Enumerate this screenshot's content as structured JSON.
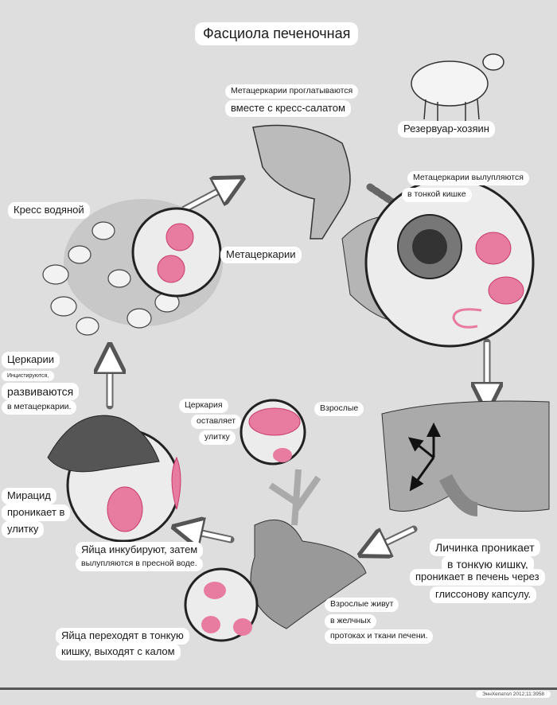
{
  "title": "Фасциола печеночная",
  "labels": {
    "swallowed_1": "Метацеркарии проглатываются",
    "swallowed_2": "вместе с кресс-салатом",
    "reservoir_host": "Резервуар-хозяин",
    "excyst_1": "Метацеркарии вылупляются",
    "excyst_2": "в тонкой кишке",
    "watercress": "Кресс водяной",
    "metacercariae": "Метацеркарии",
    "cercariae_1": "Церкарии",
    "cercariae_2": "Инцистируются,",
    "cercariae_3": "развиваются",
    "cercariae_4": "в метацеркарии.",
    "cercaria_1": "Церкария",
    "cercaria_2": "оставляет",
    "cercaria_3": "улитку",
    "adults": "Взрослые",
    "miracidium_1": "Мирацид",
    "miracidium_2": "проникает в",
    "miracidium_3": "улитку",
    "larva_1": "Личинка проникает",
    "larva_2": "в тонкую кишку,",
    "larva_3": "проникает в печень через",
    "larva_4": "глиссонову капсулу.",
    "eggs_hatch_1": "Яйца инкубируют, затем",
    "eggs_hatch_2": "вылупляются в пресной воде.",
    "adults_live_1": "Взрослые живут",
    "adults_live_2": "в желчных",
    "adults_live_3": "протоках и ткани печени.",
    "eggs_pass_1": "Яйца переходят в тонкую",
    "eggs_pass_2": "кишку, выходят с калом"
  },
  "footer": "ЭннХепатол 2012;11:3958",
  "colors": {
    "organism": "#e0507a",
    "background": "#dedede"
  }
}
